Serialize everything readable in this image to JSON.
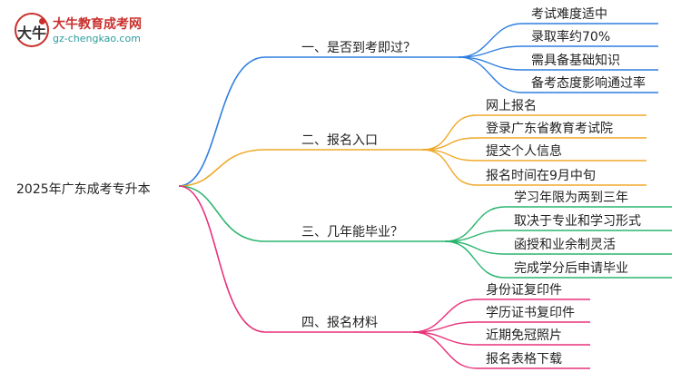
{
  "logo": {
    "title": "大牛教育成考网",
    "url": "gz-chengkao.com",
    "mark": "大牛"
  },
  "root": {
    "label": "2025年广东成考专升本"
  },
  "branches": [
    {
      "label": "一、是否到考即过？",
      "color": "#2f7fe0",
      "children": [
        "考试难度适中",
        "录取率约70%",
        "需具备基础知识",
        "备考态度影响通过率"
      ]
    },
    {
      "label": "二、报名入口",
      "color": "#f0a92a",
      "children": [
        "网上报名",
        "登录广东省教育考试院",
        "提交个人信息",
        "报名时间在9月中旬"
      ]
    },
    {
      "label": "三、几年能毕业？",
      "color": "#2ab56e",
      "children": [
        "学习年限为两到三年",
        "取决于专业和学习形式",
        "函授和业余制灵活",
        "完成学分后申请毕业"
      ]
    },
    {
      "label": "四、报名材料",
      "color": "#e8327a",
      "children": [
        "身份证复印件",
        "学历证书复印件",
        "近期免冠照片",
        "报名表格下载"
      ]
    }
  ]
}
